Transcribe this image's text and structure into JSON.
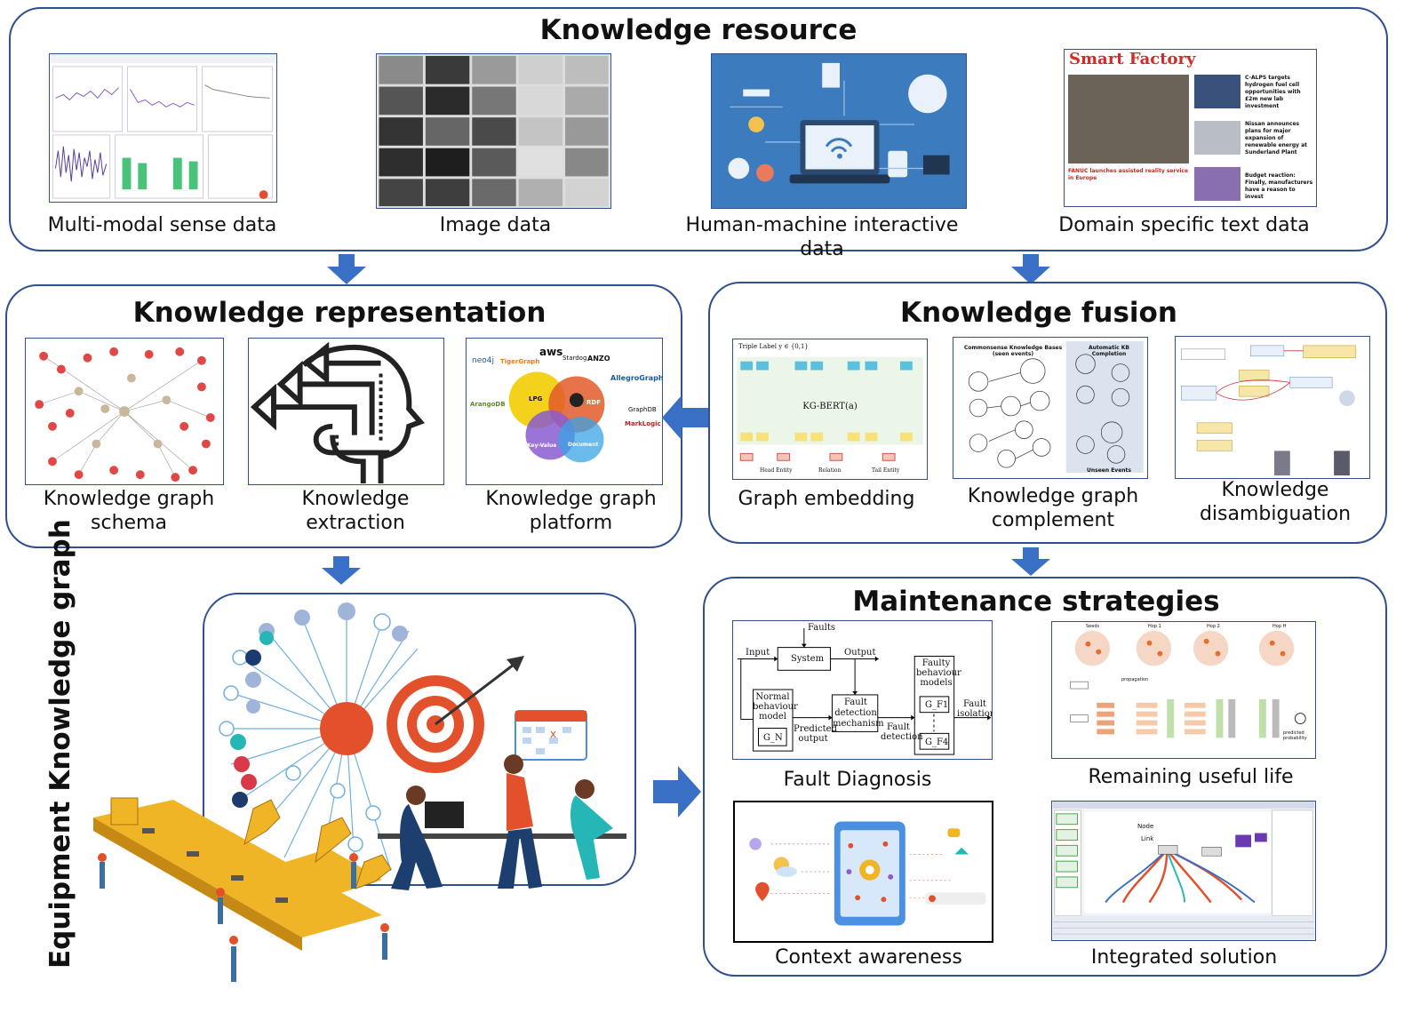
{
  "resource": {
    "title": "Knowledge resource",
    "items": [
      {
        "caption": "Multi-modal sense data"
      },
      {
        "caption": "Image data"
      },
      {
        "caption": "Human-machine interactive data"
      },
      {
        "caption": "Domain specific text data"
      }
    ],
    "news": {
      "brand": "Smart Factory",
      "headline_main": "FANUC launches assisted reality service in Europe",
      "headlines": [
        "C-ALPS targets hydrogen fuel cell opportunities with £2m new lab investment",
        "Nissan announces plans for major expansion of renewable energy at Sunderland Plant",
        "Budget reaction: Finally, manufacturers have a reason to invest"
      ]
    }
  },
  "representation": {
    "title": "Knowledge representation",
    "items": [
      {
        "caption": "Knowledge graph schema"
      },
      {
        "caption": "Knowledge extraction"
      },
      {
        "caption": "Knowledge graph platform"
      }
    ],
    "platform_labels": [
      "neo4j",
      "TigerGraph",
      "aws",
      "Stardog",
      "ANZO",
      "AllegroGraph",
      "ArangoDB",
      "GraphDB",
      "MarkLogic",
      "LPG",
      "RDF",
      "Key-Value",
      "Document"
    ]
  },
  "fusion": {
    "title": "Knowledge fusion",
    "items": [
      {
        "caption": "Graph embedding"
      },
      {
        "caption": "Knowledge graph complement"
      },
      {
        "caption": "Knowledge disambiguation"
      }
    ],
    "embedding": {
      "top": "Triple Label y ∈ {0,1}",
      "center": "KG-BERT(a)",
      "head": "Head Entity",
      "relation": "Relation",
      "tail": "Tail Entity"
    },
    "complement": {
      "left": "Commonsense Knowledge Bases (seen events)",
      "right": "Automatic KB Completion",
      "bottom": "Unseen Events"
    }
  },
  "equipment": {
    "title": "Equipment Knowledge graph"
  },
  "maintenance": {
    "title": "Maintenance strategies",
    "items": [
      {
        "caption": "Fault Diagnosis"
      },
      {
        "caption": "Remaining useful life"
      },
      {
        "caption": "Context awareness"
      },
      {
        "caption": "Integrated solution"
      }
    ],
    "fault": {
      "faults": "Faults",
      "input": "Input",
      "system": "System",
      "output": "Output",
      "normal": "Normal behaviour model",
      "gn": "G_N",
      "predicted": "Predicted output",
      "detection": "Fault detection mechanism",
      "fdetect": "Fault detection",
      "faulty": "Faulty behaviour models",
      "gf1": "G_F1",
      "gf4": "G_F4",
      "isolation": "Fault isolation"
    },
    "rul": {
      "seeds": "Seeds",
      "hop1": "Hop 1",
      "hop2": "Hop 2",
      "hop3": "Hop H",
      "propagation": "propagation",
      "predicted": "predicted probability"
    },
    "integrated": {
      "node": "Node",
      "link": "Link"
    }
  },
  "colors": {
    "frame": "#2f4f8f",
    "arrow": "#3a6fc6",
    "accent": "#e0502b"
  }
}
